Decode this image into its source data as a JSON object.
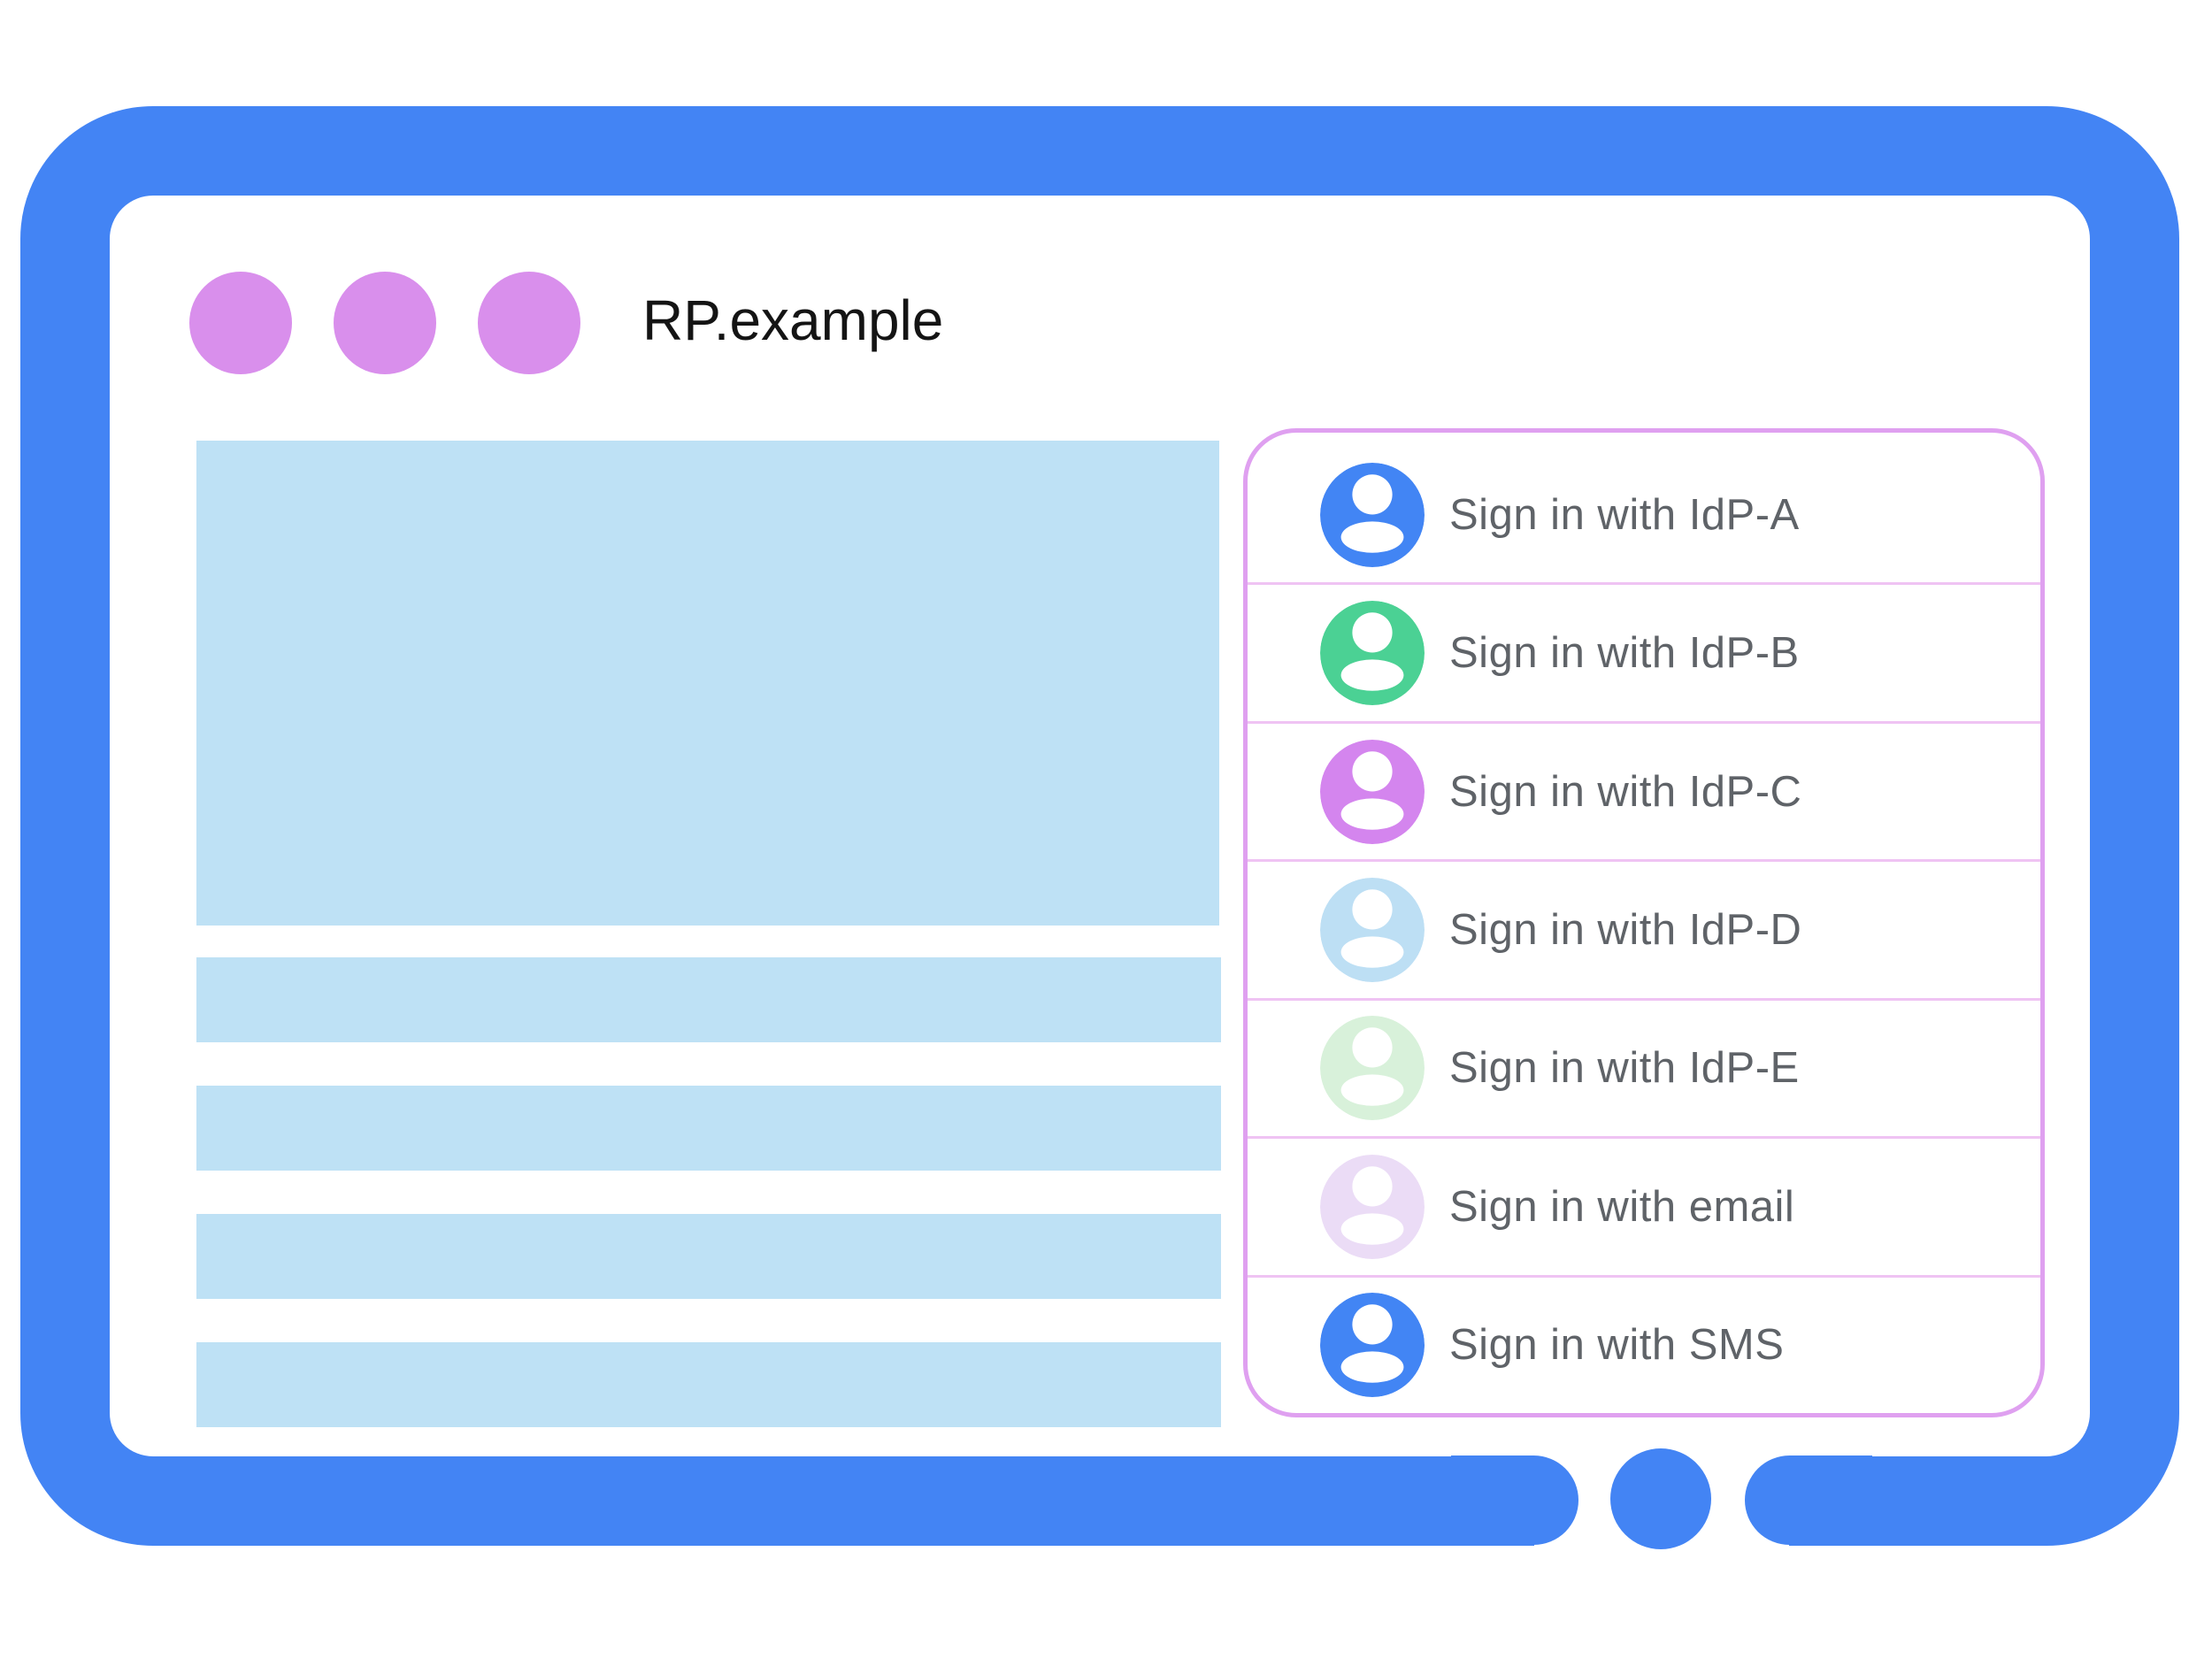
{
  "colors": {
    "frame_blue": "#4384F4",
    "dot_purple": "#D98FEC",
    "placeholder_blue": "#BEE1F5",
    "dialog_border": "#DFA0F0",
    "dialog_divider": "#EFC3F3",
    "label_gray": "#5F6368",
    "title_black": "#141414"
  },
  "browser": {
    "title": "RP.example"
  },
  "icons": {
    "avatar": "person-circle",
    "home_button": "circle-home-button",
    "window_dot": "window-control-dot"
  },
  "signin_dialog": {
    "options": [
      {
        "label": "Sign in with IdP-A",
        "avatar_color": "#4285F4"
      },
      {
        "label": "Sign in with IdP-B",
        "avatar_color": "#4BD194"
      },
      {
        "label": "Sign in with IdP-C",
        "avatar_color": "#D485EE"
      },
      {
        "label": "Sign in with IdP-D",
        "avatar_color": "#BDDFF4"
      },
      {
        "label": "Sign in with IdP-E",
        "avatar_color": "#D8F1DA"
      },
      {
        "label": "Sign in with email",
        "avatar_color": "#EBDCF6"
      },
      {
        "label": "Sign in with SMS",
        "avatar_color": "#4285F4"
      }
    ]
  }
}
